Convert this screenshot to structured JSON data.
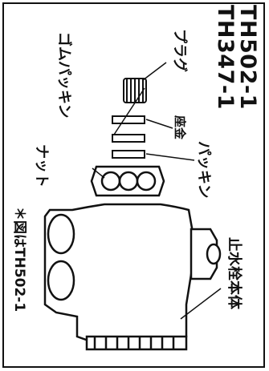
{
  "models": [
    "TH502-1",
    "TH347-1"
  ],
  "labels": {
    "plug": "プラグ",
    "rubber_packing": "ゴムパッキン",
    "washer": "座金",
    "packing": "パッキン",
    "nut": "ナット",
    "valve_body": "止水栓本体"
  },
  "note": "＊図はTH502-1"
}
